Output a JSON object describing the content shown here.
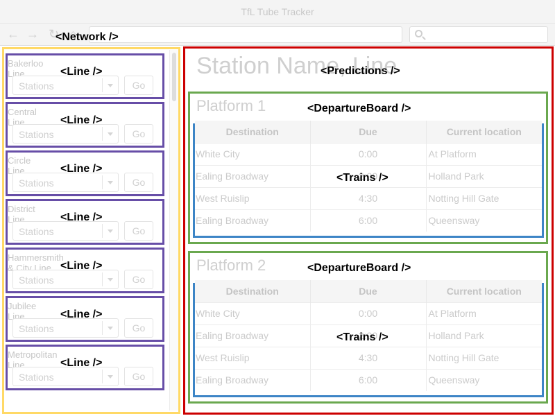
{
  "window": {
    "title": "TfL Tube Tracker"
  },
  "toolbar": {
    "back_icon": "←",
    "forward_icon": "→",
    "reload_icon": "↻",
    "home_icon": "⌂",
    "url": ""
  },
  "labels": {
    "network": "<Network />",
    "line": "<Line />",
    "predictions": "<Predictions />",
    "departure_board": "<DepartureBoard />",
    "trains": "<Trains />"
  },
  "network": {
    "stations_placeholder": "Stations",
    "go_label": "Go",
    "lines": [
      {
        "name": "Bakerloo Line"
      },
      {
        "name": "Central Line"
      },
      {
        "name": "Circle Line"
      },
      {
        "name": "District Line"
      },
      {
        "name": "Hammersmith & City Line"
      },
      {
        "name": "Jubilee Line"
      },
      {
        "name": "Metropolitan Line"
      }
    ]
  },
  "predictions": {
    "title": "Station Name, Line",
    "columns": {
      "destination": "Destination",
      "due": "Due",
      "location": "Current location"
    },
    "platforms": [
      {
        "name": "Platform 1",
        "trains": [
          {
            "destination": "White City",
            "due": "0:00",
            "location": "At Platform"
          },
          {
            "destination": "Ealing Broadway",
            "due": "2:00",
            "location": "Holland Park"
          },
          {
            "destination": "West Ruislip",
            "due": "4:30",
            "location": "Notting Hill Gate"
          },
          {
            "destination": "Ealing Broadway",
            "due": "6:00",
            "location": "Queensway"
          }
        ]
      },
      {
        "name": "Platform 2",
        "trains": [
          {
            "destination": "White City",
            "due": "0:00",
            "location": "At Platform"
          },
          {
            "destination": "Ealing Broadway",
            "due": "2:00",
            "location": "Holland Park"
          },
          {
            "destination": "West Ruislip",
            "due": "4:30",
            "location": "Notting Hill Gate"
          },
          {
            "destination": "Ealing Broadway",
            "due": "6:00",
            "location": "Queensway"
          }
        ]
      }
    ]
  },
  "colors": {
    "network_outline": "#ffd966",
    "line_outline": "#674ea7",
    "predictions_outline": "#cc0000",
    "board_outline": "#6aa84f",
    "trains_outline": "#3d85c6"
  }
}
